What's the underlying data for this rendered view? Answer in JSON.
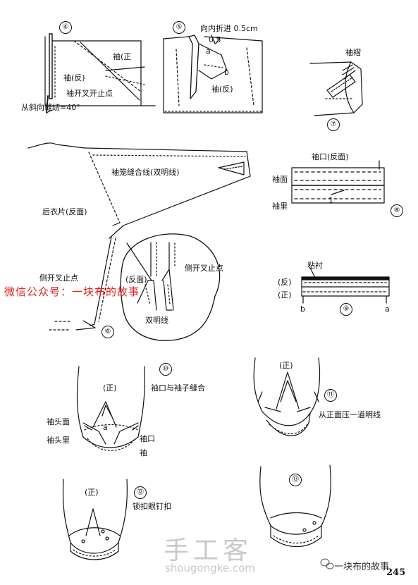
{
  "page_number": "245",
  "steps": {
    "s4": {
      "num": "④",
      "labels": {
        "sleeve_right": "袖(正",
        "sleeve_wrong": "袖(反)",
        "vent_stop": "袖开叉开止点",
        "bias_seam": "从斜向缝纫≈40°"
      }
    },
    "s5": {
      "num": "⑤",
      "labels": {
        "fold_in": "向内折进 0.5cm",
        "dim": "0.5",
        "a": "a",
        "b": "b",
        "sleeve_wrong": "袖(反)"
      }
    },
    "s6": {
      "num": "⑥",
      "labels": {
        "armhole_line": "袖笼缝合线(双明线)",
        "back_piece": "后衣片(反面)",
        "side_vent_stop_left": "侧开叉止点",
        "wrong_side": "(反面)",
        "side_vent_stop_right": "侧开叉止点",
        "double_topstitch": "双明线"
      }
    },
    "s7": {
      "num": "⑦",
      "labels": {
        "placket": "袖褶"
      }
    },
    "s8": {
      "num": "⑧",
      "labels": {
        "cuff_wrong": "袖口(反面)",
        "cuff_face": "袖面",
        "cuff_lining": "袖里",
        "mark": "1"
      }
    },
    "s9": {
      "num": "⑨",
      "labels": {
        "interfacing": "粘衬",
        "wrong": "(反)",
        "right": "(正)",
        "b": "b",
        "a": "a"
      }
    },
    "s10": {
      "num": "⑩",
      "labels": {
        "right": "(正)",
        "cuff_sleeve_seam": "袖口与袖子缝合",
        "cuff_face": "袖头面",
        "cuff_lining": "袖头里",
        "cuff": "袖口",
        "sleeve": "袖",
        "a": "a"
      }
    },
    "s11": {
      "num": "⑪",
      "labels": {
        "right": "(正)",
        "topstitch": "从正面压一道明线"
      }
    },
    "s12": {
      "num": "⑫",
      "labels": {
        "right": "(正)",
        "buttons": "锁扣眼钉扣"
      }
    },
    "s13": {
      "num": "⑬"
    }
  },
  "watermarks": {
    "wechat_account": "微信公众号：一块布的故事",
    "site_logo": "手工客",
    "site_url": "shougongke.com",
    "wechat_name": "一块布的故事"
  },
  "colors": {
    "watermark_red": "#e0201c",
    "watermark_gray": "#c9c9c9",
    "ink": "#111111"
  }
}
